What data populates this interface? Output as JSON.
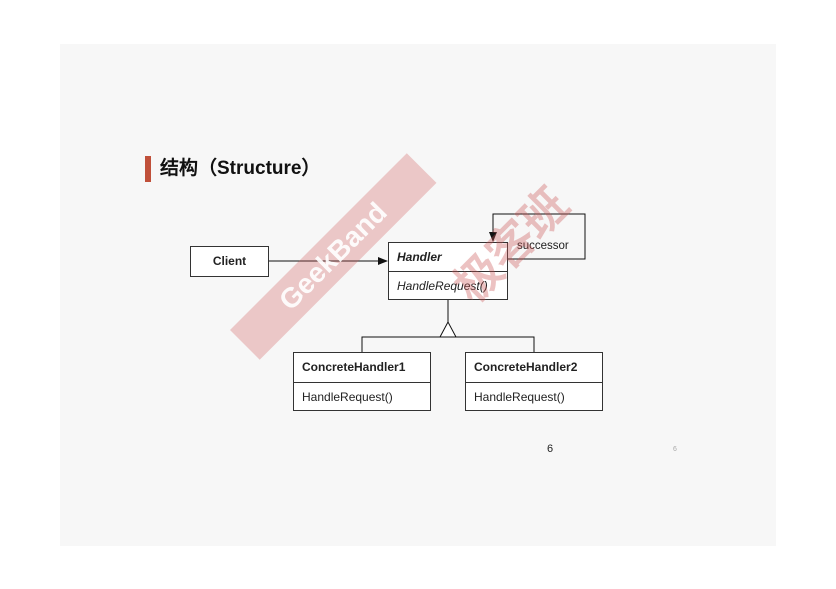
{
  "title": "结构（Structure）",
  "diagram": {
    "client": {
      "label": "Client"
    },
    "handler": {
      "name": "Handler",
      "method": "HandleRequest()"
    },
    "concrete_handler_1": {
      "name": "ConcreteHandler1",
      "method": "HandleRequest()"
    },
    "concrete_handler_2": {
      "name": "ConcreteHandler2",
      "method": "HandleRequest()"
    },
    "successor_label": "successor"
  },
  "watermark": {
    "cn": "极客班",
    "en": "GeekBand"
  },
  "page_number": "6",
  "page_number_small": "6",
  "colors": {
    "accent": "#c0503a",
    "watermark": "#d25a5a"
  }
}
